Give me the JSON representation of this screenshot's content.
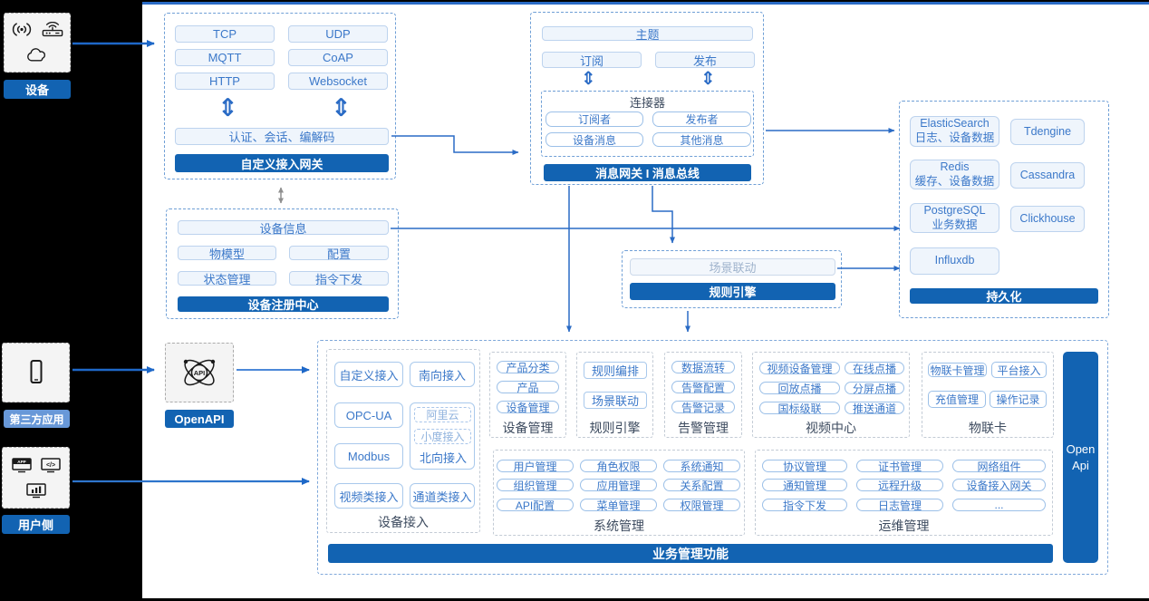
{
  "colors": {
    "primary_bar": "#1263b2",
    "accent_line": "#2a6bc5",
    "light_label_bar": "#6898d8",
    "box_text_blue": "#3b78c9"
  },
  "left_rail": {
    "device": {
      "label": "设备"
    },
    "third_party": {
      "label": "第三方应用"
    },
    "user_side": {
      "label": "用户侧"
    }
  },
  "custom_gateway": {
    "title": "自定义接入网关",
    "protocols": [
      "TCP",
      "UDP",
      "MQTT",
      "CoAP",
      "HTTP",
      "Websocket"
    ],
    "session": "认证、会话、编解码"
  },
  "message_bus": {
    "title": "消息网关 I 消息总线",
    "topic": "主题",
    "subscribe": "订阅",
    "publish": "发布",
    "connector_title": "连接器",
    "connector_items": [
      "订阅者",
      "发布者",
      "设备消息",
      "其他消息"
    ]
  },
  "persistence": {
    "title": "持久化",
    "stores": [
      {
        "name": "ElasticSearch",
        "desc": "日志、设备数据"
      },
      {
        "name": "Tdengine"
      },
      {
        "name": "Redis",
        "desc": "缓存、设备数据"
      },
      {
        "name": "Cassandra"
      },
      {
        "name": "PostgreSQL",
        "desc": "业务数据"
      },
      {
        "name": "Clickhouse"
      },
      {
        "name": "Influxdb"
      }
    ]
  },
  "registry": {
    "title": "设备注册中心",
    "device_info": "设备信息",
    "items": [
      "物模型",
      "配置",
      "状态管理",
      "指令下发"
    ]
  },
  "rule_engine_mid": {
    "scene": "场景联动",
    "title": "规则引擎"
  },
  "openapi": {
    "label": "OpenAPI"
  },
  "platform": {
    "footer": "业务管理功能",
    "open_api": "Open Api",
    "device_access": {
      "title": "设备接入",
      "row1": [
        "自定义接入",
        "南向接入"
      ],
      "opcua": "OPC-UA",
      "modbus": "Modbus",
      "north": {
        "title": "北向接入",
        "subs": [
          "阿里云",
          "小度接入"
        ]
      },
      "row4": [
        "视频类接入",
        "通道类接入"
      ]
    },
    "device_mgmt": {
      "title": "设备管理",
      "items": [
        "产品分类",
        "产品",
        "设备管理"
      ]
    },
    "rule": {
      "title": "规则引擎",
      "items": [
        "规则编排",
        "场景联动"
      ]
    },
    "alarm": {
      "title": "告警管理",
      "items": [
        "数据流转",
        "告警配置",
        "告警记录"
      ]
    },
    "video": {
      "title": "视频中心",
      "items": [
        "视频设备管理",
        "在线点播",
        "回放点播",
        "分屏点播",
        "国标级联",
        "推送通道"
      ]
    },
    "iot_card": {
      "title": "物联卡",
      "items": [
        "物联卡管理",
        "平台接入",
        "充值管理",
        "操作记录"
      ]
    },
    "system": {
      "title": "系统管理",
      "items": [
        "用户管理",
        "角色权限",
        "系统通知",
        "组织管理",
        "应用管理",
        "关系配置",
        "API配置",
        "菜单管理",
        "权限管理"
      ]
    },
    "ops": {
      "title": "运维管理",
      "items": [
        "协议管理",
        "证书管理",
        "网络组件",
        "通知管理",
        "远程升级",
        "设备接入网关",
        "指令下发",
        "日志管理",
        "..."
      ]
    }
  }
}
